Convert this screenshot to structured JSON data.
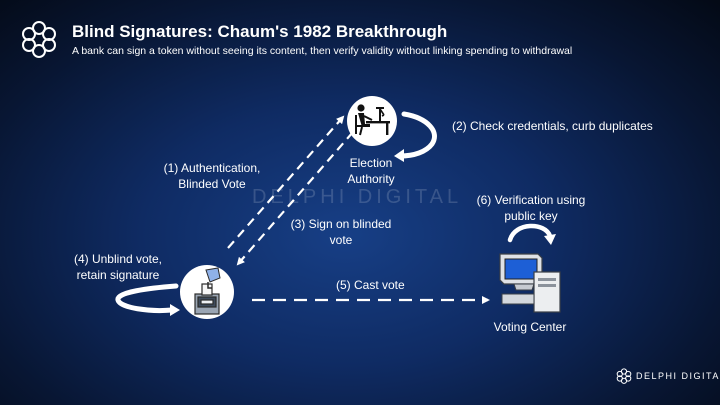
{
  "header": {
    "title": "Blind Signatures: Chaum's 1982 Breakthrough",
    "subtitle": "A bank can sign a token without seeing its content, then verify validity without linking spending to withdrawal",
    "logo_icon": "delphi-logo-icon"
  },
  "nodes": {
    "authority": {
      "label_line1": "Election",
      "label_line2": "Authority",
      "icon": "desk-worker-icon"
    },
    "voter": {
      "icon": "ballot-voter-icon"
    },
    "center": {
      "label": "Voting Center",
      "icon": "computer-terminal-icon"
    }
  },
  "steps": {
    "s1": {
      "line1": "(1) Authentication,",
      "line2": "Blinded Vote"
    },
    "s2": {
      "line1": "(2) Check credentials, curb duplicates"
    },
    "s3": {
      "line1": "(3) Sign on blinded",
      "line2": "vote"
    },
    "s4": {
      "line1": "(4) Unblind vote,",
      "line2": "retain signature"
    },
    "s5": {
      "line1": "(5) Cast vote"
    },
    "s6": {
      "line1": "(6) Verification using",
      "line2": "public key"
    }
  },
  "watermark": "DELPHI DIGITAL",
  "footer": {
    "brand": "DELPHI DIGITAL"
  },
  "colors": {
    "background": "#0f2b63",
    "text": "#ffffff",
    "screen_blue": "#1d5fd6"
  }
}
